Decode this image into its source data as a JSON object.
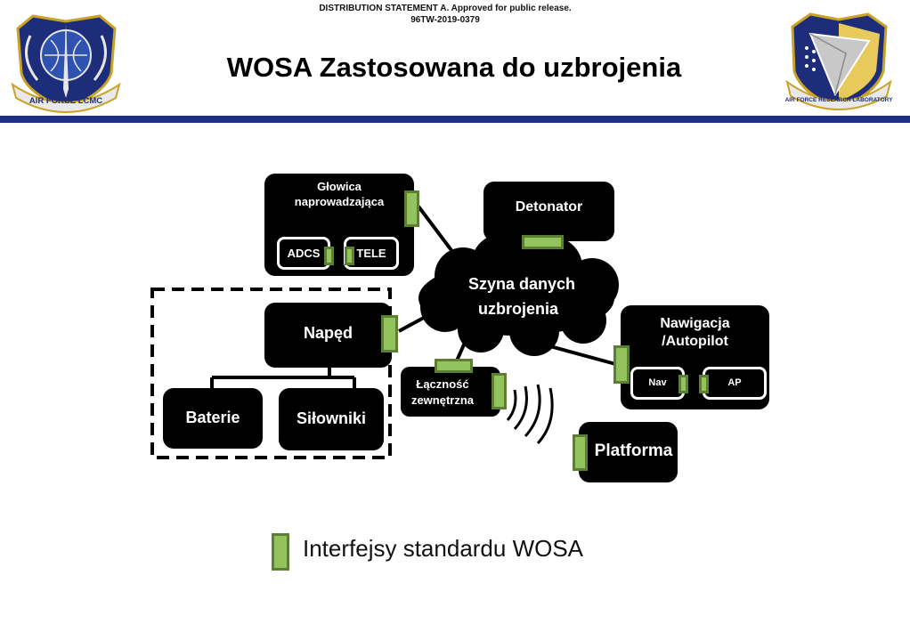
{
  "header": {
    "distribution_line1": "DISTRIBUTION STATEMENT A. Approved for public release.",
    "distribution_line2": "96TW-2019-0379",
    "title": "WOSA Zastosowana do uzbrojenia",
    "left_logo_text": "AIR FORCE LCMC",
    "right_logo_text": "AIR FORCE RESEARCH LABORATORY"
  },
  "colors": {
    "rule": "#1f2f86",
    "interface_fill": "#92c35c",
    "interface_border": "#5c7f34",
    "node_fill": "#000000",
    "node_text": "#ffffff"
  },
  "diagram": {
    "bus_line1": "Szyna danych",
    "bus_line2": "uzbrojenia",
    "seeker_line1": "Głowica",
    "seeker_line2": "naprowadzająca",
    "adcs": "ADCS",
    "tele": "TELE",
    "detonator": "Detonator",
    "propulsion": "Napęd",
    "battery": "Baterie",
    "actuators": "Siłowniki",
    "comms_line1": "Łączność",
    "comms_line2": "zewnętrzna",
    "nav_line1": "Nawigacja",
    "nav_line2": "/Autopilot",
    "nav": "Nav",
    "ap": "AP",
    "platform": "Platforma"
  },
  "legend": {
    "label": "Interfejsy standardu WOSA"
  }
}
